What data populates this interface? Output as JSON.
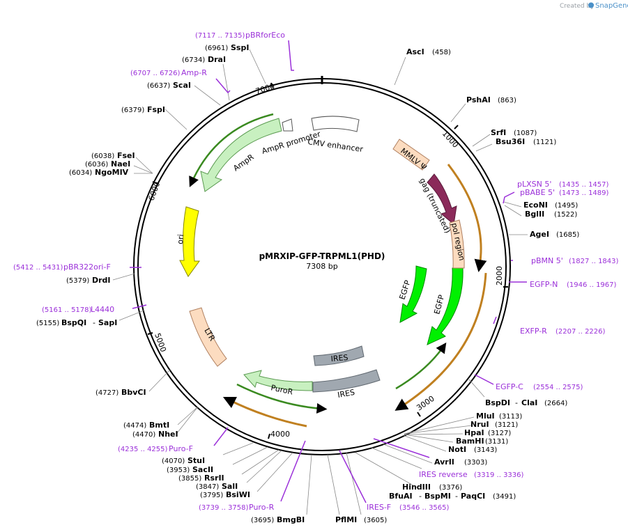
{
  "credit": {
    "prefix": "Created by",
    "brand": "SnapGene"
  },
  "plasmid": {
    "name": "pMRXIP-GFP-TRPML1(PHD)",
    "size_label": "7308 bp",
    "length": 7308
  },
  "ticks": [
    "1000",
    "2000",
    "3000",
    "4000",
    "5000",
    "6000",
    "7000"
  ],
  "sites": [
    {
      "id": "asci",
      "name": "AscI",
      "coord": "(458)",
      "pos": 458
    },
    {
      "id": "pshai",
      "name": "PshAI",
      "coord": "(863)",
      "pos": 863
    },
    {
      "id": "srfi",
      "name": "SrfI",
      "coord": "(1087)",
      "pos": 1087
    },
    {
      "id": "bsu36i",
      "name": "Bsu36I",
      "coord": "(1121)",
      "pos": 1121
    },
    {
      "id": "econi",
      "name": "EcoNI",
      "coord": "(1495)",
      "pos": 1495
    },
    {
      "id": "bglii",
      "name": "BglII",
      "coord": "(1522)",
      "pos": 1522
    },
    {
      "id": "agei",
      "name": "AgeI",
      "coord": "(1685)",
      "pos": 1685
    },
    {
      "id": "bspdi",
      "name": "BspDI",
      "name2": "ClaI",
      "coord": "(2664)",
      "pos": 2664
    },
    {
      "id": "mlui",
      "name": "MluI",
      "coord": "(3113)",
      "pos": 3113
    },
    {
      "id": "nrui",
      "name": "NruI",
      "coord": "(3121)",
      "pos": 3121
    },
    {
      "id": "hpai",
      "name": "HpaI",
      "coord": "(3127)",
      "pos": 3127
    },
    {
      "id": "bamhi",
      "name": "BamHI",
      "coord": "(3131)",
      "pos": 3131
    },
    {
      "id": "noti",
      "name": "NotI",
      "coord": "(3143)",
      "pos": 3143
    },
    {
      "id": "avrii",
      "name": "AvrII",
      "coord": "(3303)",
      "pos": 3303
    },
    {
      "id": "hindiii",
      "name": "HindIII",
      "coord": "(3376)",
      "pos": 3376
    },
    {
      "id": "bfuai",
      "name": "BfuAI",
      "name2": "BspMI",
      "name3": "PaqCI",
      "coord": "(3491)",
      "pos": 3491
    },
    {
      "id": "pflmi",
      "name": "PflMI",
      "coord": "(3605)",
      "pos": 3605
    },
    {
      "id": "bmgbi",
      "name": "BmgBI",
      "coord": "(3695)",
      "pos": 3695
    },
    {
      "id": "bsiwi",
      "name": "BsiWI",
      "coord": "(3795)",
      "pos": 3795
    },
    {
      "id": "sali",
      "name": "SalI",
      "coord": "(3847)",
      "pos": 3847
    },
    {
      "id": "rsrii",
      "name": "RsrII",
      "coord": "(3855)",
      "pos": 3855
    },
    {
      "id": "sacii",
      "name": "SacII",
      "coord": "(3953)",
      "pos": 3953
    },
    {
      "id": "stui",
      "name": "StuI",
      "coord": "(4070)",
      "pos": 4070
    },
    {
      "id": "nhei",
      "name": "NheI",
      "coord": "(4470)",
      "pos": 4470
    },
    {
      "id": "bmti",
      "name": "BmtI",
      "coord": "(4474)",
      "pos": 4474
    },
    {
      "id": "bbvci",
      "name": "BbvCI",
      "coord": "(4727)",
      "pos": 4727
    },
    {
      "id": "bspqi",
      "name": "BspQI",
      "name2": "SapI",
      "coord": "(5155)",
      "pos": 5155
    },
    {
      "id": "drdi",
      "name": "DrdI",
      "coord": "(5379)",
      "pos": 5379
    },
    {
      "id": "ngomiv",
      "name": "NgoMIV",
      "coord": "(6034)",
      "pos": 6034
    },
    {
      "id": "naei",
      "name": "NaeI",
      "coord": "(6036)",
      "pos": 6036
    },
    {
      "id": "fsei",
      "name": "FseI",
      "coord": "(6038)",
      "pos": 6038
    },
    {
      "id": "fspi",
      "name": "FspI",
      "coord": "(6379)",
      "pos": 6379
    },
    {
      "id": "scai",
      "name": "ScaI",
      "coord": "(6637)",
      "pos": 6637
    },
    {
      "id": "drai",
      "name": "DraI",
      "coord": "(6734)",
      "pos": 6734
    },
    {
      "id": "sspi",
      "name": "SspI",
      "coord": "(6961)",
      "pos": 6961
    }
  ],
  "primers": [
    {
      "id": "pbrforeco",
      "name": "pBRforEco",
      "coord": "(7117 .. 7135)",
      "pos": 7126
    },
    {
      "id": "ampr",
      "name": "Amp-R",
      "coord": "(6707 .. 6726)",
      "pos": 6716
    },
    {
      "id": "plxsn5",
      "name": "pLXSN 5'",
      "coord": "(1435 .. 1457)",
      "pos": 1446
    },
    {
      "id": "pbabe5",
      "name": "pBABE 5'",
      "coord": "(1473 .. 1489)",
      "pos": 1481
    },
    {
      "id": "pbmn5",
      "name": "pBMN 5'",
      "coord": "(1827 .. 1843)",
      "pos": 1835
    },
    {
      "id": "egfpn",
      "name": "EGFP-N",
      "coord": "(1946 .. 1967)",
      "pos": 1956
    },
    {
      "id": "exfpr",
      "name": "EXFP-R",
      "coord": "(2207 .. 2226)",
      "pos": 2216
    },
    {
      "id": "egfpc",
      "name": "EGFP-C",
      "coord": "(2554 .. 2575)",
      "pos": 2564
    },
    {
      "id": "iresrev",
      "name": "IRES reverse",
      "coord": "(3319 .. 3336)",
      "pos": 3327
    },
    {
      "id": "iresf",
      "name": "IRES-F",
      "coord": "(3546 .. 3565)",
      "pos": 3555
    },
    {
      "id": "puror",
      "name": "Puro-R",
      "coord": "(3739 .. 3758)",
      "pos": 3748
    },
    {
      "id": "purof",
      "name": "Puro-F",
      "coord": "(4235 .. 4255)",
      "pos": 4245
    },
    {
      "id": "l4440",
      "name": "L4440",
      "coord": "(5161 .. 5178)",
      "pos": 5169
    },
    {
      "id": "pbr322ori",
      "name": "pBR322ori-F",
      "coord": "(5412 .. 5431)",
      "pos": 5421
    }
  ],
  "features": [
    {
      "id": "cmv",
      "label": "CMV enhancer"
    },
    {
      "id": "amprprom",
      "label": "AmpR promoter"
    },
    {
      "id": "amprgene",
      "label": "AmpR"
    },
    {
      "id": "ori",
      "label": "ori"
    },
    {
      "id": "ltr",
      "label": "LTR"
    },
    {
      "id": "puro",
      "label": "PuroR"
    },
    {
      "id": "ires_outer",
      "label": "IRES"
    },
    {
      "id": "ires_inner",
      "label": "IRES"
    },
    {
      "id": "egfp_outer",
      "label": "EGFP"
    },
    {
      "id": "egfp_inner",
      "label": "EGFP"
    },
    {
      "id": "mmlv",
      "label": "MMLV Ψ"
    },
    {
      "id": "gag",
      "label": "gag (truncated)"
    },
    {
      "id": "pol",
      "label": "pol region"
    }
  ],
  "colors": {
    "primer": "#9b30d9",
    "backbone": "#000000",
    "orf_orange": "#f0b450",
    "orf_green": "#66cc33"
  }
}
